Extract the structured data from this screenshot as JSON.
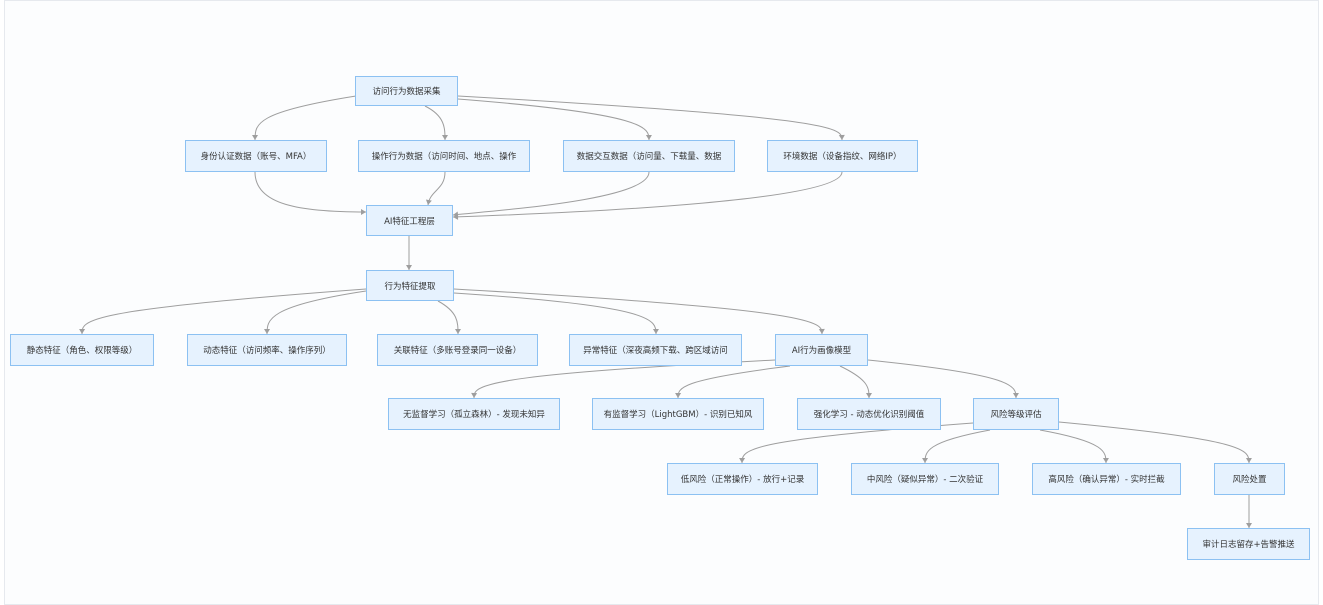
{
  "diagram": {
    "nodes": {
      "n1": "访问行为数据采集",
      "n2": "身份认证数据（账号、MFA）",
      "n3": "操作行为数据（访问时间、地点、操作",
      "n4": "数据交互数据（访问量、下载量、数据",
      "n5": "环境数据（设备指纹、网络IP）",
      "n6": "AI特征工程层",
      "n7": "行为特征提取",
      "n8": "静态特征（角色、权限等级）",
      "n9": "动态特征（访问频率、操作序列）",
      "n10": "关联特征（多账号登录同一设备）",
      "n11": "异常特征（深夜高频下载、跨区域访问",
      "n12": "AI行为画像模型",
      "n13": "无监督学习（孤立森林）- 发现未知异",
      "n14": "有监督学习（LightGBM）- 识别已知风",
      "n15": "强化学习 - 动态优化识别阈值",
      "n16": "风险等级评估",
      "n17": "低风险（正常操作）- 放行+记录",
      "n18": "中风险（疑似异常）- 二次验证",
      "n19": "高风险（确认异常）- 实时拦截",
      "n20": "风险处置",
      "n21": "审计日志留存+告警推送"
    }
  }
}
